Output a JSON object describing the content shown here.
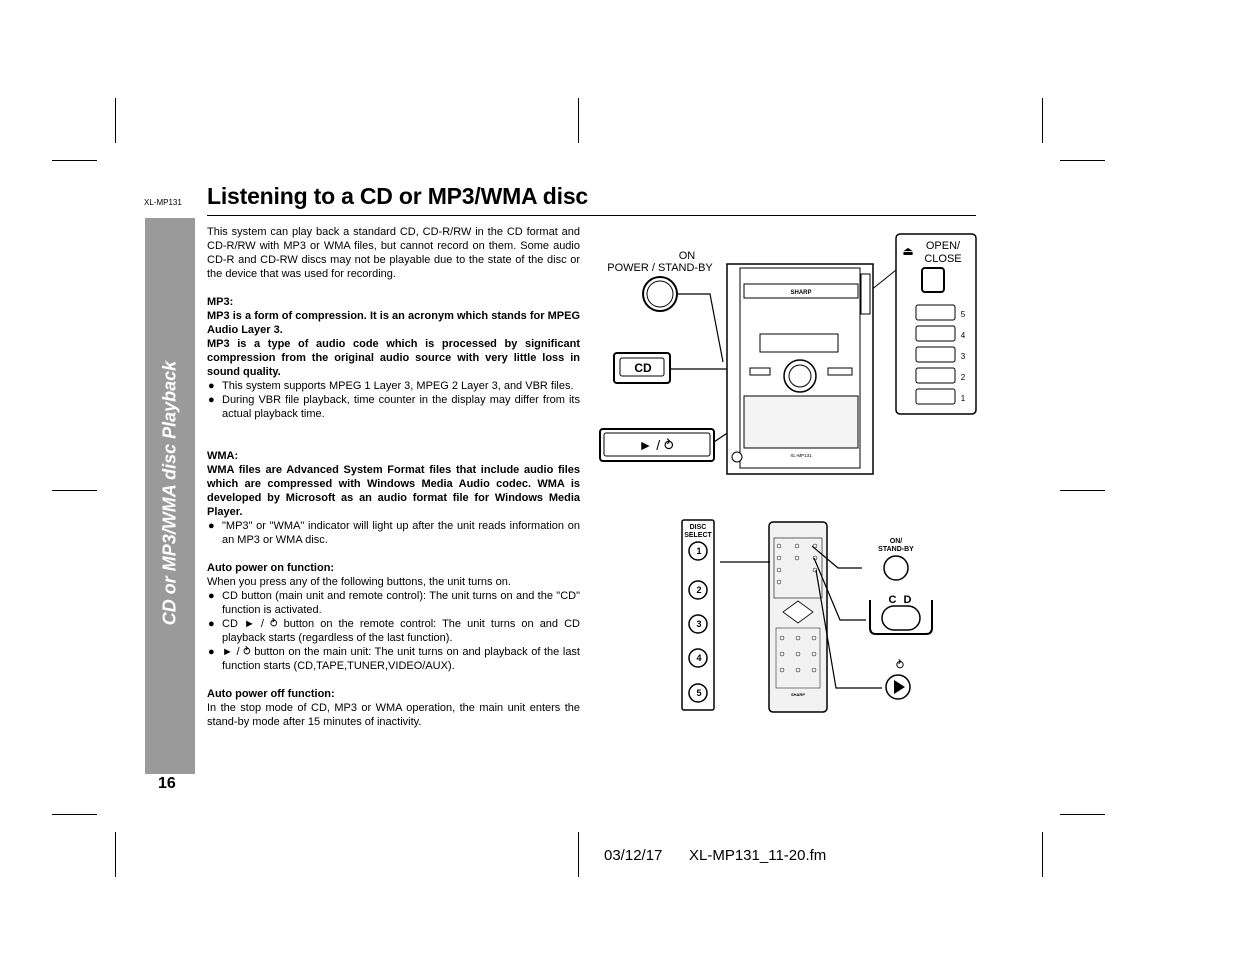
{
  "header": {
    "model": "XL-MP131",
    "title": "Listening to a CD or MP3/WMA disc"
  },
  "sidebar": {
    "section": "CD or MP3/WMA disc Playback",
    "page_number": "16"
  },
  "intro": "This system can play back a standard CD, CD-R/RW in the CD format and CD-R/RW with MP3 or WMA files, but cannot record on them. Some audio CD-R and CD-RW discs may not be playable due to the state of the disc or the device that was used for recording.",
  "mp3": {
    "heading": "MP3:",
    "line1": "MP3 is a form of compression. It is an acronym which stands for MPEG Audio Layer 3.",
    "line2": "MP3 is a type of audio code which is processed by significant compression from the original audio source with very little loss in sound quality.",
    "bullets": [
      "This system supports MPEG 1 Layer 3, MPEG 2 Layer 3, and VBR files.",
      "During VBR file playback, time counter in the display may differ from its actual playback time."
    ]
  },
  "wma": {
    "heading": "WMA:",
    "line1": "WMA files are Advanced System Format files that include audio files which are compressed with Windows Media Audio codec. WMA is developed by Microsoft as an audio format file for Windows Media Player.",
    "bullets": [
      "\"MP3\" or \"WMA\" indicator will light up after the unit reads information on an MP3 or WMA disc."
    ]
  },
  "auto_on": {
    "heading": "Auto power on function:",
    "intro": "When you press any of the following buttons, the unit turns on.",
    "bullets": [
      "CD button (main unit and remote control): The unit turns on and the \"CD\" function is activated.",
      "CD ► / ⥁ button on the remote control: The unit turns on and CD playback starts (regardless of the last function).",
      "► / ⥁ button on the main unit: The unit turns on and playback of the last function starts (CD,TAPE,TUNER,VIDEO/AUX)."
    ]
  },
  "auto_off": {
    "heading": "Auto power off function:",
    "text": "In the stop mode of CD, MP3 or WMA operation, the main unit enters the stand-by mode after 15 minutes of inactivity."
  },
  "figure_main": {
    "power_label_top": "ON",
    "power_label": "POWER / STAND-BY",
    "cd_button": "CD",
    "play_button": "► / ⥁",
    "open_close_top": "OPEN/",
    "open_close_bottom": "CLOSE",
    "eject_icon": "⏏",
    "tray_numbers": [
      "5",
      "4",
      "3",
      "2",
      "1"
    ],
    "brand": "SHARP",
    "unit_model": "XL-MP131"
  },
  "figure_remote": {
    "disc_select_top": "DISC",
    "disc_select_bottom": "SELECT",
    "disc_numbers": [
      "1",
      "2",
      "3",
      "4",
      "5"
    ],
    "on_standby_top": "ON/",
    "on_standby_bottom": "STAND-BY",
    "cd_label": "C D",
    "brand": "SHARP"
  },
  "footer": {
    "date": "03/12/17",
    "file": "XL-MP131_11-20.fm"
  }
}
